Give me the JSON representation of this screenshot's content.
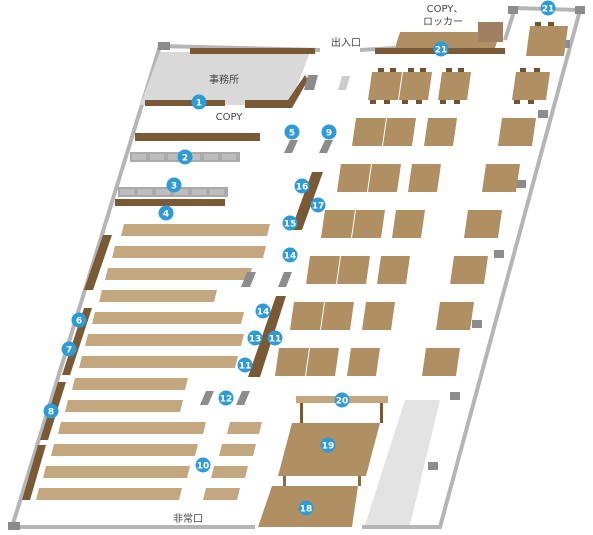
{
  "labels": {
    "office": "事務所",
    "copy": "COPY",
    "copy_locker_line1": "COPY、",
    "copy_locker_line2": "ロッカー",
    "entrance": "出入口",
    "emergency_exit": "非常口"
  },
  "badges": {
    "b1": "1",
    "b2": "2",
    "b3": "3",
    "b4": "4",
    "b5": "5",
    "b6": "6",
    "b7": "7",
    "b8": "8",
    "b9": "9",
    "b10": "10",
    "b11": "11",
    "b12": "12",
    "b13": "13",
    "b14": "14",
    "b15": "15",
    "b16": "16",
    "b17": "17",
    "b18": "18",
    "b19": "19",
    "b20": "20",
    "b21": "21"
  },
  "colors": {
    "wall": "#8c8c8c",
    "floor_gray": "#d9d9d9",
    "shelf_dark": "#7a5a35",
    "shelf_light": "#c4a77e",
    "table": "#b08f62",
    "badge": "#2e9bd6"
  }
}
